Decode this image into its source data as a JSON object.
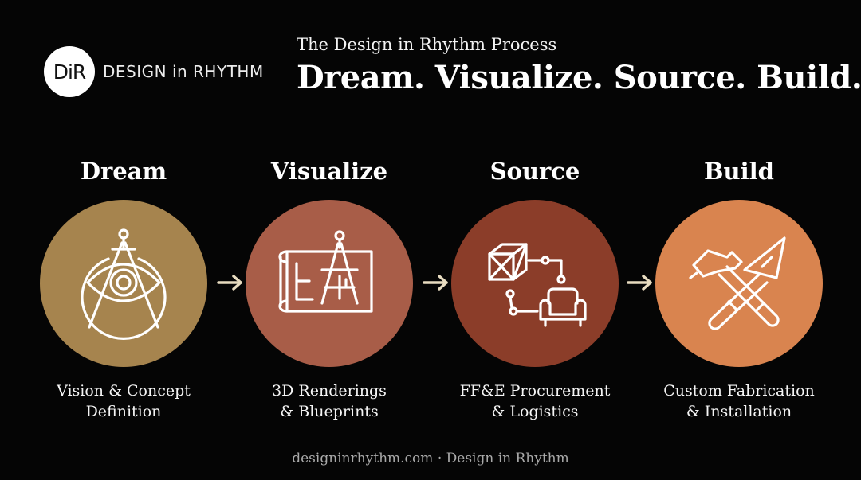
{
  "logo": {
    "mark": "DiR",
    "text": "DESIGN in RHYTHM"
  },
  "header": {
    "subtitle": "The Design in Rhythm Process",
    "title": "Dream. Visualize. Source. Build."
  },
  "steps": [
    {
      "name": "Dream",
      "desc_line1": "Vision & Concept",
      "desc_line2": "Definition",
      "color": "#a6844e",
      "icon": "compass-eye-icon"
    },
    {
      "name": "Visualize",
      "desc_line1": "3D Renderings",
      "desc_line2": "& Blueprints",
      "color": "#a85d48",
      "icon": "blueprint-compass-icon"
    },
    {
      "name": "Source",
      "desc_line1": "FF&E Procurement",
      "desc_line2": "& Logistics",
      "color": "#8b3d29",
      "icon": "crate-armchair-icon"
    },
    {
      "name": "Build",
      "desc_line1": "Custom Fabrication",
      "desc_line2": "& Installation",
      "color": "#d9844f",
      "icon": "hammer-trowel-icon"
    }
  ],
  "arrow_color": "#e8dcc0",
  "footer": "designinrhythm.com · Design in Rhythm"
}
